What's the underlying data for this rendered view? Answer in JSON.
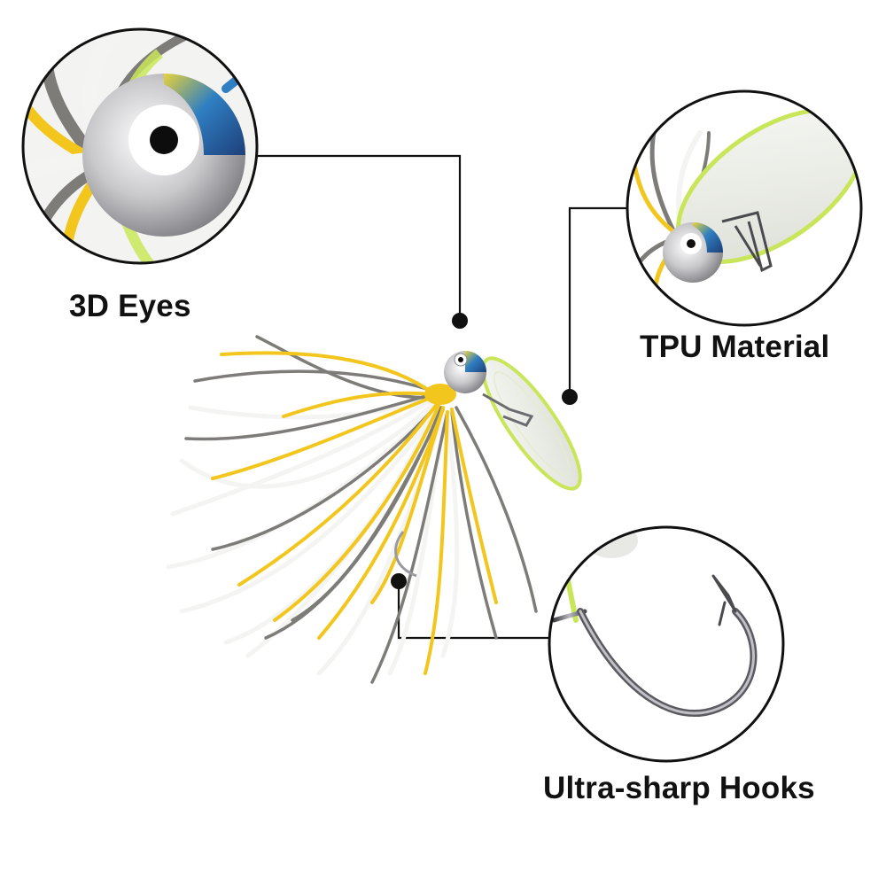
{
  "features": {
    "eyes": {
      "label": "3D Eyes",
      "icon": "eye-closeup-icon"
    },
    "tpu": {
      "label": "TPU Material",
      "icon": "blade-closeup-icon"
    },
    "hooks": {
      "label": "Ultra-sharp Hooks",
      "icon": "hook-closeup-icon"
    }
  },
  "colors": {
    "skirt_yellow": "#f2c61d",
    "skirt_gray": "#7d7c79",
    "skirt_white": "#f4f4f2",
    "blade": "#e9ebe3",
    "blade_rim": "#c9e65a",
    "head_silver": "#c9c9cc",
    "head_blue": "#2f7fc2",
    "line": "#111111"
  }
}
